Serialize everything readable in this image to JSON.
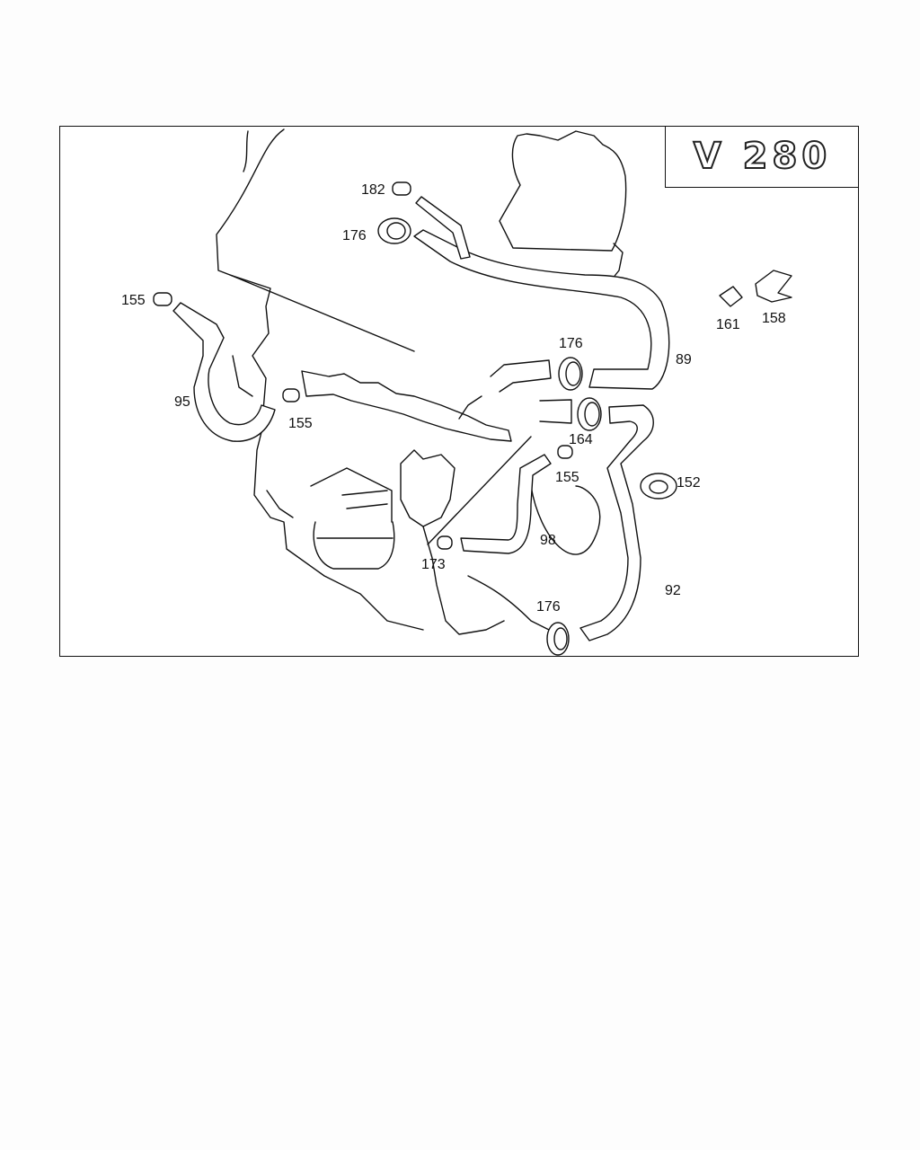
{
  "model_label": "V 280",
  "parts": {
    "p182": "182",
    "p176_top": "176",
    "p155_left": "155",
    "p95": "95",
    "p155_mid": "155",
    "p176_right": "176",
    "p89": "89",
    "p161": "161",
    "p158": "158",
    "p164": "164",
    "p155_right": "155",
    "p152": "152",
    "p98": "98",
    "p173": "173",
    "p92": "92",
    "p176_bottom": "176"
  }
}
